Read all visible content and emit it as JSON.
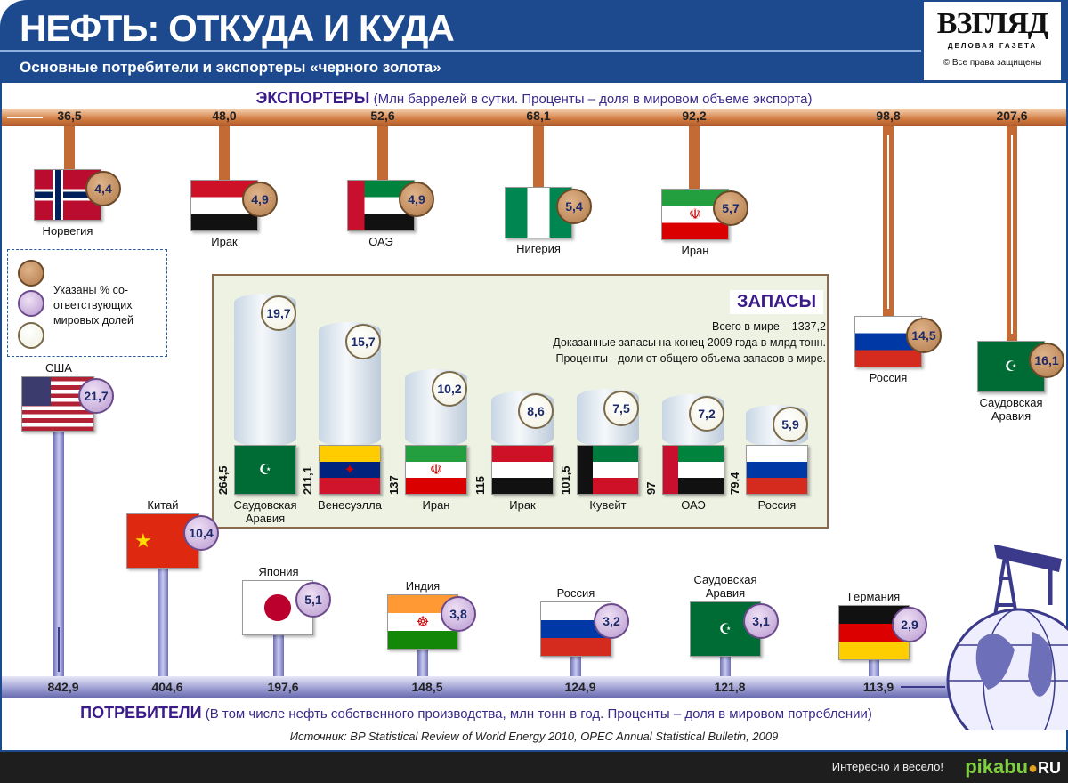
{
  "header": {
    "title": "НЕФТЬ: ОТКУДА И КУДА",
    "subtitle": "Основные потребители и экспортеры «черного золота»",
    "logo": {
      "name": "ВЗГЛЯД",
      "tagline": "ДЕЛОВАЯ ГАЗЕТА",
      "rights": "© Все права защищены"
    }
  },
  "exporters": {
    "heading": "ЭКСПОРТЕРЫ",
    "note": "(Млн баррелей в сутки. Проценты – доля в мировом объеме экспорта)",
    "items": [
      {
        "country": "Норвегия",
        "flag": "norway",
        "value": "36,5",
        "share": "4,4"
      },
      {
        "country": "Ирак",
        "flag": "iraq",
        "value": "48,0",
        "share": "4,9"
      },
      {
        "country": "ОАЭ",
        "flag": "uae",
        "value": "52,6",
        "share": "4,9"
      },
      {
        "country": "Нигерия",
        "flag": "nigeria",
        "value": "68,1",
        "share": "5,4"
      },
      {
        "country": "Иран",
        "flag": "iran",
        "value": "92,2",
        "share": "5,7"
      },
      {
        "country": "Россия",
        "flag": "russia",
        "value": "98,8",
        "share": "14,5"
      },
      {
        "country": "Саудовская Аравия",
        "flag": "saudi",
        "value": "207,6",
        "share": "16,1"
      }
    ]
  },
  "legend": {
    "text": "Указаны % со-ответствующих мировых долей",
    "colors": [
      "#b07a4a",
      "#b89ad0",
      "#f5f5e8"
    ]
  },
  "reserves": {
    "title": "ЗАПАСЫ",
    "total": "Всего в мире – 1337,2",
    "note1": "Доказанные запасы на конец 2009 года в млрд тонн.",
    "note2": "Проценты - доли от общего объема запасов в мире.",
    "items": [
      {
        "country": "Саудовская Аравия",
        "flag": "saudi",
        "value": "264,5",
        "share": "19,7"
      },
      {
        "country": "Венесуэлла",
        "flag": "venezuela",
        "value": "211,1",
        "share": "15,7"
      },
      {
        "country": "Иран",
        "flag": "iran",
        "value": "137",
        "share": "10,2"
      },
      {
        "country": "Ирак",
        "flag": "iraq",
        "value": "115",
        "share": "8,6"
      },
      {
        "country": "Кувейт",
        "flag": "kuwait",
        "value": "101,5",
        "share": "7,5"
      },
      {
        "country": "ОАЭ",
        "flag": "uae",
        "value": "97",
        "share": "7,2"
      },
      {
        "country": "Россия",
        "flag": "russia",
        "value": "79,4",
        "share": "5,9"
      }
    ]
  },
  "consumers": {
    "heading": "ПОТРЕБИТЕЛИ",
    "note": "(В том числе нефть собственного производства, млн тонн в год. Проценты – доля в мировом потреблении)",
    "items": [
      {
        "country": "США",
        "flag": "usa",
        "value": "842,9",
        "share": "21,7"
      },
      {
        "country": "Китай",
        "flag": "china",
        "value": "404,6",
        "share": "10,4"
      },
      {
        "country": "Япония",
        "flag": "japan",
        "value": "197,6",
        "share": "5,1"
      },
      {
        "country": "Индия",
        "flag": "india",
        "value": "148,5",
        "share": "3,8"
      },
      {
        "country": "Россия",
        "flag": "russia",
        "value": "124,9",
        "share": "3,2"
      },
      {
        "country": "Саудовская Аравия",
        "flag": "saudi",
        "value": "121,8",
        "share": "3,1"
      },
      {
        "country": "Германия",
        "flag": "germany",
        "value": "113,9",
        "share": "2,9"
      }
    ]
  },
  "source": "Источник: BP Statistical Review of World Energy 2010, OPEC Annual Statistical Bulletin, 2009",
  "footer": {
    "slogan": "Интересно и весело!",
    "brand": "pikabu",
    "brand_suffix": "RU"
  },
  "colors": {
    "header": "#1d4a8f",
    "exporters": "#c46a34",
    "consumers": "#6d6fb8",
    "heading": "#3b1a8a"
  }
}
